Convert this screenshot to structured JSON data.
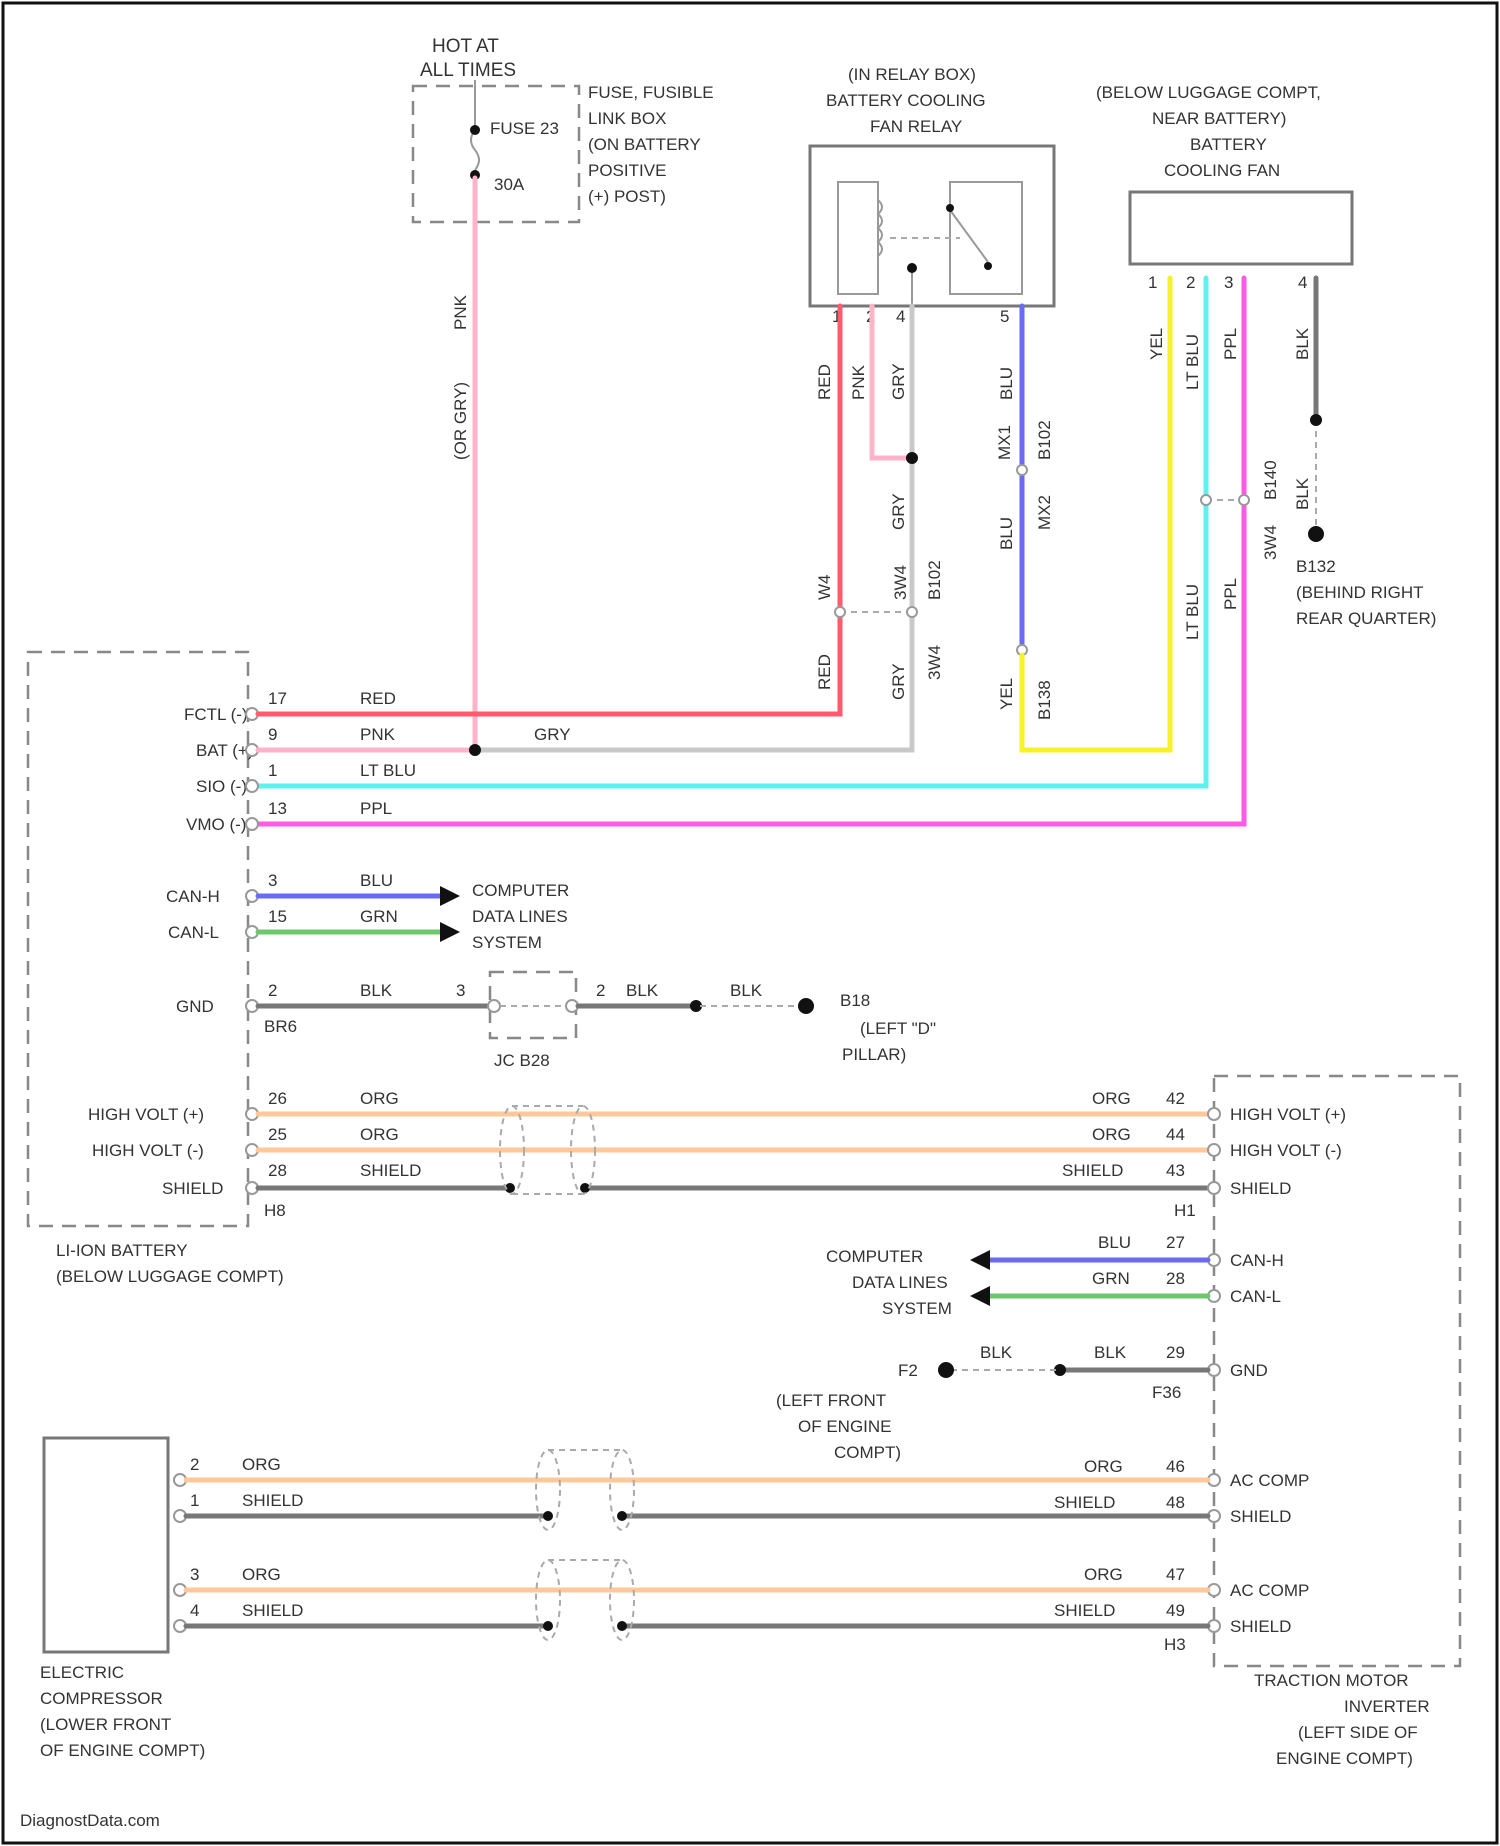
{
  "colors": {
    "red": "#ff5a6e",
    "pink": "#ffb3c8",
    "gray": "#c8c8c8",
    "dark_gray": "#777777",
    "blue": "#6a6af5",
    "yellow": "#f7f12a",
    "cyan": "#5ff0f0",
    "magenta": "#ff5ae6",
    "green": "#6cc86c",
    "orange": "#ffc89a",
    "frame": "#111111"
  },
  "fuse_block": {
    "hot_at_all_times": [
      "HOT AT",
      "ALL TIMES"
    ],
    "fuse_name": "FUSE 23",
    "fuse_rating": "30A",
    "location": [
      "FUSE, FUSIBLE",
      "LINK BOX",
      "(ON BATTERY",
      "POSITIVE",
      "(+) POST)"
    ]
  },
  "relay": {
    "title": [
      "(IN RELAY BOX)",
      "BATTERY COOLING",
      "FAN RELAY"
    ],
    "pins": [
      "1",
      "2",
      "4",
      "5"
    ]
  },
  "fan": {
    "title": [
      "(BELOW LUGGAGE COMPT,",
      "NEAR BATTERY)",
      "BATTERY",
      "COOLING FAN"
    ],
    "pins": [
      "1",
      "2",
      "3",
      "4"
    ]
  },
  "ground_b132": {
    "id": "B132",
    "location": [
      "(BEHIND RIGHT",
      "REAR QUARTER)"
    ]
  },
  "ground_b18": {
    "id": "B18",
    "location": [
      "(LEFT \"D\"",
      "PILLAR)"
    ]
  },
  "ground_f2": {
    "id": "F2",
    "location": [
      "(LEFT FRONT",
      "OF ENGINE",
      "COMPT)"
    ]
  },
  "vertical_labels": {
    "fuse_wire": "PNK",
    "fuse_wire_alt": "(OR GRY)",
    "relay_red": "RED",
    "relay_pnk": "PNK",
    "relay_gry": "GRY",
    "relay_gry2": "GRY",
    "relay_blu": "BLU",
    "b102_a": "B102",
    "b102_pin_a": "MX1",
    "b102_pin_b": "MX2",
    "b102_blu": "BLU",
    "fan_yel": "YEL",
    "fan_ltblu": "LT BLU",
    "fan_ppl": "PPL",
    "fan_blk": "BLK",
    "fan_blk2": "BLK",
    "b140": "B140",
    "b140_pin": "3W4",
    "lt_blu_lower": "LT BLU",
    "ppl_lower": "PPL",
    "jn_a": "W4",
    "jn_b": "3W4",
    "jn_red": "RED",
    "jn_gry": "GRY",
    "jn_yel": "YEL",
    "jn_b138": "B138",
    "jn_w3": "3W4"
  },
  "battery": {
    "name": [
      "LI-ION BATTERY",
      "(BELOW LUGGAGE COMPT)"
    ],
    "connector": "H8",
    "pins": [
      {
        "label": "FCTL (-)",
        "num": "17",
        "wire": "RED"
      },
      {
        "label": "BAT (+)",
        "num": "9",
        "wire": "PNK",
        "wire2": "GRY"
      },
      {
        "label": "SIO (-)",
        "num": "1",
        "wire": "LT BLU"
      },
      {
        "label": "VMO (-)",
        "num": "13",
        "wire": "PPL"
      },
      {
        "label": "CAN-H",
        "num": "3",
        "wire": "BLU"
      },
      {
        "label": "CAN-L",
        "num": "15",
        "wire": "GRN"
      },
      {
        "label": "GND",
        "num": "2",
        "wire": "BLK",
        "conn": "BR6"
      },
      {
        "label": "HIGH VOLT (+)",
        "num": "26",
        "wire": "ORG"
      },
      {
        "label": "HIGH VOLT (-)",
        "num": "25",
        "wire": "ORG"
      },
      {
        "label": "SHIELD",
        "num": "28",
        "wire": "SHIELD"
      }
    ]
  },
  "computer_data_lines": [
    "COMPUTER",
    "DATA LINES",
    "SYSTEM"
  ],
  "jc_connector": {
    "name": "JC B28",
    "pin_left": "3",
    "pin_right": "2",
    "wire_right": "BLK",
    "wire_ground": "BLK"
  },
  "inverter": {
    "name": [
      "TRACTION MOTOR",
      "INVERTER",
      "(LEFT SIDE OF",
      "ENGINE COMPT)"
    ],
    "connector_top": "H1",
    "connector_gnd": "F36",
    "connector_bottom": "H3",
    "pins": [
      {
        "label": "HIGH VOLT (+)",
        "num": "42",
        "wire": "ORG"
      },
      {
        "label": "HIGH VOLT (-)",
        "num": "44",
        "wire": "ORG"
      },
      {
        "label": "SHIELD",
        "num": "43",
        "wire": "SHIELD"
      },
      {
        "label": "CAN-H",
        "num": "27",
        "wire": "BLU"
      },
      {
        "label": "CAN-L",
        "num": "28",
        "wire": "GRN"
      },
      {
        "label": "GND",
        "num": "29",
        "wire": "BLK",
        "wire2": "BLK"
      },
      {
        "label": "AC COMP",
        "num": "46",
        "wire": "ORG"
      },
      {
        "label": "SHIELD",
        "num": "48",
        "wire": "SHIELD"
      },
      {
        "label": "AC COMP",
        "num": "47",
        "wire": "ORG"
      },
      {
        "label": "SHIELD",
        "num": "49",
        "wire": "SHIELD"
      }
    ]
  },
  "compressor": {
    "name": [
      "ELECTRIC",
      "COMPRESSOR",
      "(LOWER FRONT",
      "OF ENGINE COMPT)"
    ],
    "pins": [
      {
        "num": "2",
        "wire": "ORG"
      },
      {
        "num": "1",
        "wire": "SHIELD"
      },
      {
        "num": "3",
        "wire": "ORG"
      },
      {
        "num": "4",
        "wire": "SHIELD"
      }
    ]
  },
  "watermark": "DiagnostData.com"
}
